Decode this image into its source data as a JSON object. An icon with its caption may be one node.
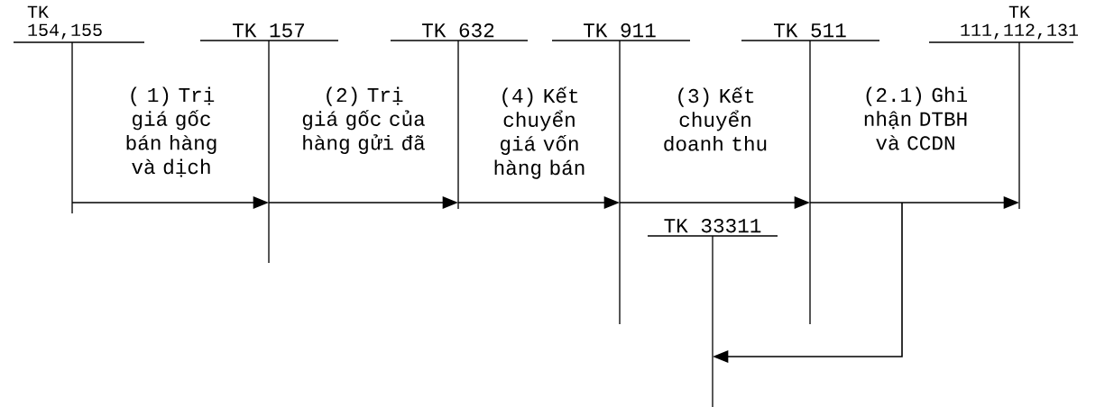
{
  "diagram": {
    "nodes": [
      {
        "text": [
          "TK 154,155"
        ]
      },
      {
        "text": [
          "TK 157"
        ]
      },
      {
        "text": [
          "TK 632"
        ]
      },
      {
        "text": [
          "TK 911"
        ]
      },
      {
        "text": [
          "TK 511"
        ]
      },
      {
        "text": [
          "TK 111,112,131"
        ]
      },
      {
        "text": [
          "TK 33311"
        ]
      }
    ],
    "edges": [
      {
        "from": 0,
        "to": 1,
        "arrow": "to",
        "label": "( 1) Trị giá gốc bán hàng và dịch"
      },
      {
        "from": 1,
        "to": 2,
        "arrow": "to",
        "label": "(2) Trị giá gốc của hàng gửi đã"
      },
      {
        "from": 2,
        "to": 3,
        "arrow": "to",
        "label": "(4) Kết chuyển giá vốn hàng bán"
      },
      {
        "from": 3,
        "to": 4,
        "arrow": "to",
        "label": "(3) Kết chuyển doanh thu"
      },
      {
        "from": 4,
        "to": 5,
        "arrow": "to",
        "label": "(2.1) Ghi nhận DTBH và CCDN"
      },
      {
        "from": 4,
        "to": 6,
        "arrow": "to"
      }
    ]
  }
}
